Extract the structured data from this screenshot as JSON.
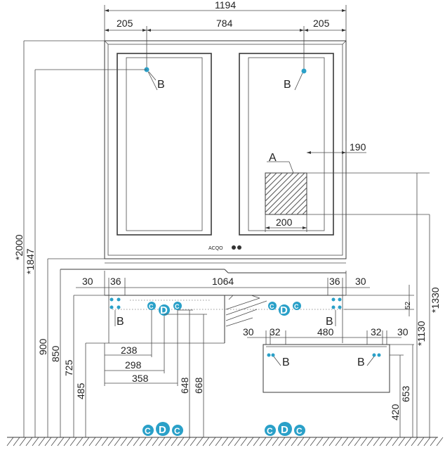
{
  "dimensions": {
    "total_width": "1194",
    "mirror_side_left": "205",
    "mirror_center": "784",
    "mirror_side_right": "205",
    "socket_offset": "190",
    "socket_width": "200",
    "cabinet_side_left": "30",
    "cabinet_wall_left": "36",
    "cabinet_inner": "1064",
    "cabinet_wall_right": "36",
    "cabinet_side_right": "30",
    "drawer_side_left": "30",
    "drawer_wall_left": "32",
    "drawer_inner": "480",
    "drawer_wall_right": "32",
    "drawer_side_right": "30",
    "pipe_238": "238",
    "pipe_298": "298",
    "pipe_358": "358",
    "height_2000": "*2000",
    "height_1847": "*1847",
    "height_900": "900",
    "height_850": "850",
    "height_725": "725",
    "height_485": "485",
    "height_648": "648",
    "height_668": "668",
    "height_52": "52",
    "height_1130": "*1130",
    "height_1330": "*1330",
    "height_653": "653",
    "height_420": "420"
  },
  "labels": {
    "socket": "A",
    "fastener": "B",
    "cold": "C",
    "drain": "D",
    "hot": "C"
  },
  "mirror_panel": {
    "display_text": "ACQO"
  },
  "colors": {
    "accent": "#2aa0c8",
    "line": "#3a3a3a"
  }
}
